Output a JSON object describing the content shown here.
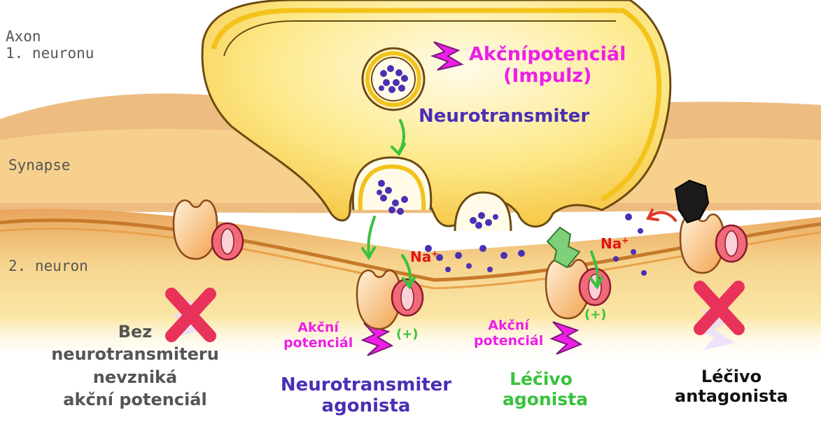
{
  "labels": {
    "axon_line1": "Axon",
    "axon_line2": "1. neuronu",
    "synapse": "Synapse",
    "neuron2": "2. neuron",
    "action_potential_top_line1": "Akčnípotenciál",
    "action_potential_top_line2": "(Impulz)",
    "neurotransmitter_top": "Neurotransmiter",
    "no_nt_line1": "Bez",
    "no_nt_line2": "neurotransmiteru",
    "no_nt_line3": "nevzniká",
    "no_nt_line4": "akční potenciál",
    "ap_mid_line1": "Akční",
    "ap_mid_line2": "potenciál",
    "ap_right_line1": "Akční",
    "ap_right_line2": "potenciál",
    "plus_mid": "(+)",
    "plus_right": "(+)",
    "na_mid": "Na",
    "na_mid_sup": "+",
    "na_right": "Na",
    "na_right_sup": "+",
    "nt_agonist_line1": "Neurotransmiter",
    "nt_agonist_line2": "agonista",
    "drug_agonist_line1": "Léčivo",
    "drug_agonist_line2": "agonista",
    "drug_antagonist_line1": "Léčivo",
    "drug_antagonist_line2": "antagonista"
  },
  "colors": {
    "action_potential": "#ee1ee8",
    "neurotransmitter": "#4b2fb5",
    "agonist_drug": "#39c23c",
    "antagonist_drug": "#111111",
    "sodium": "#e0141a",
    "blocked_cross": "#e8325a",
    "axon_fill": "#fbe27a",
    "neuron_fill": "#f3c77a"
  },
  "icons": [
    "lightning-icon",
    "cross-icon",
    "arrow-icon",
    "receptor-icon",
    "ion-channel-icon",
    "vesicle-icon"
  ]
}
